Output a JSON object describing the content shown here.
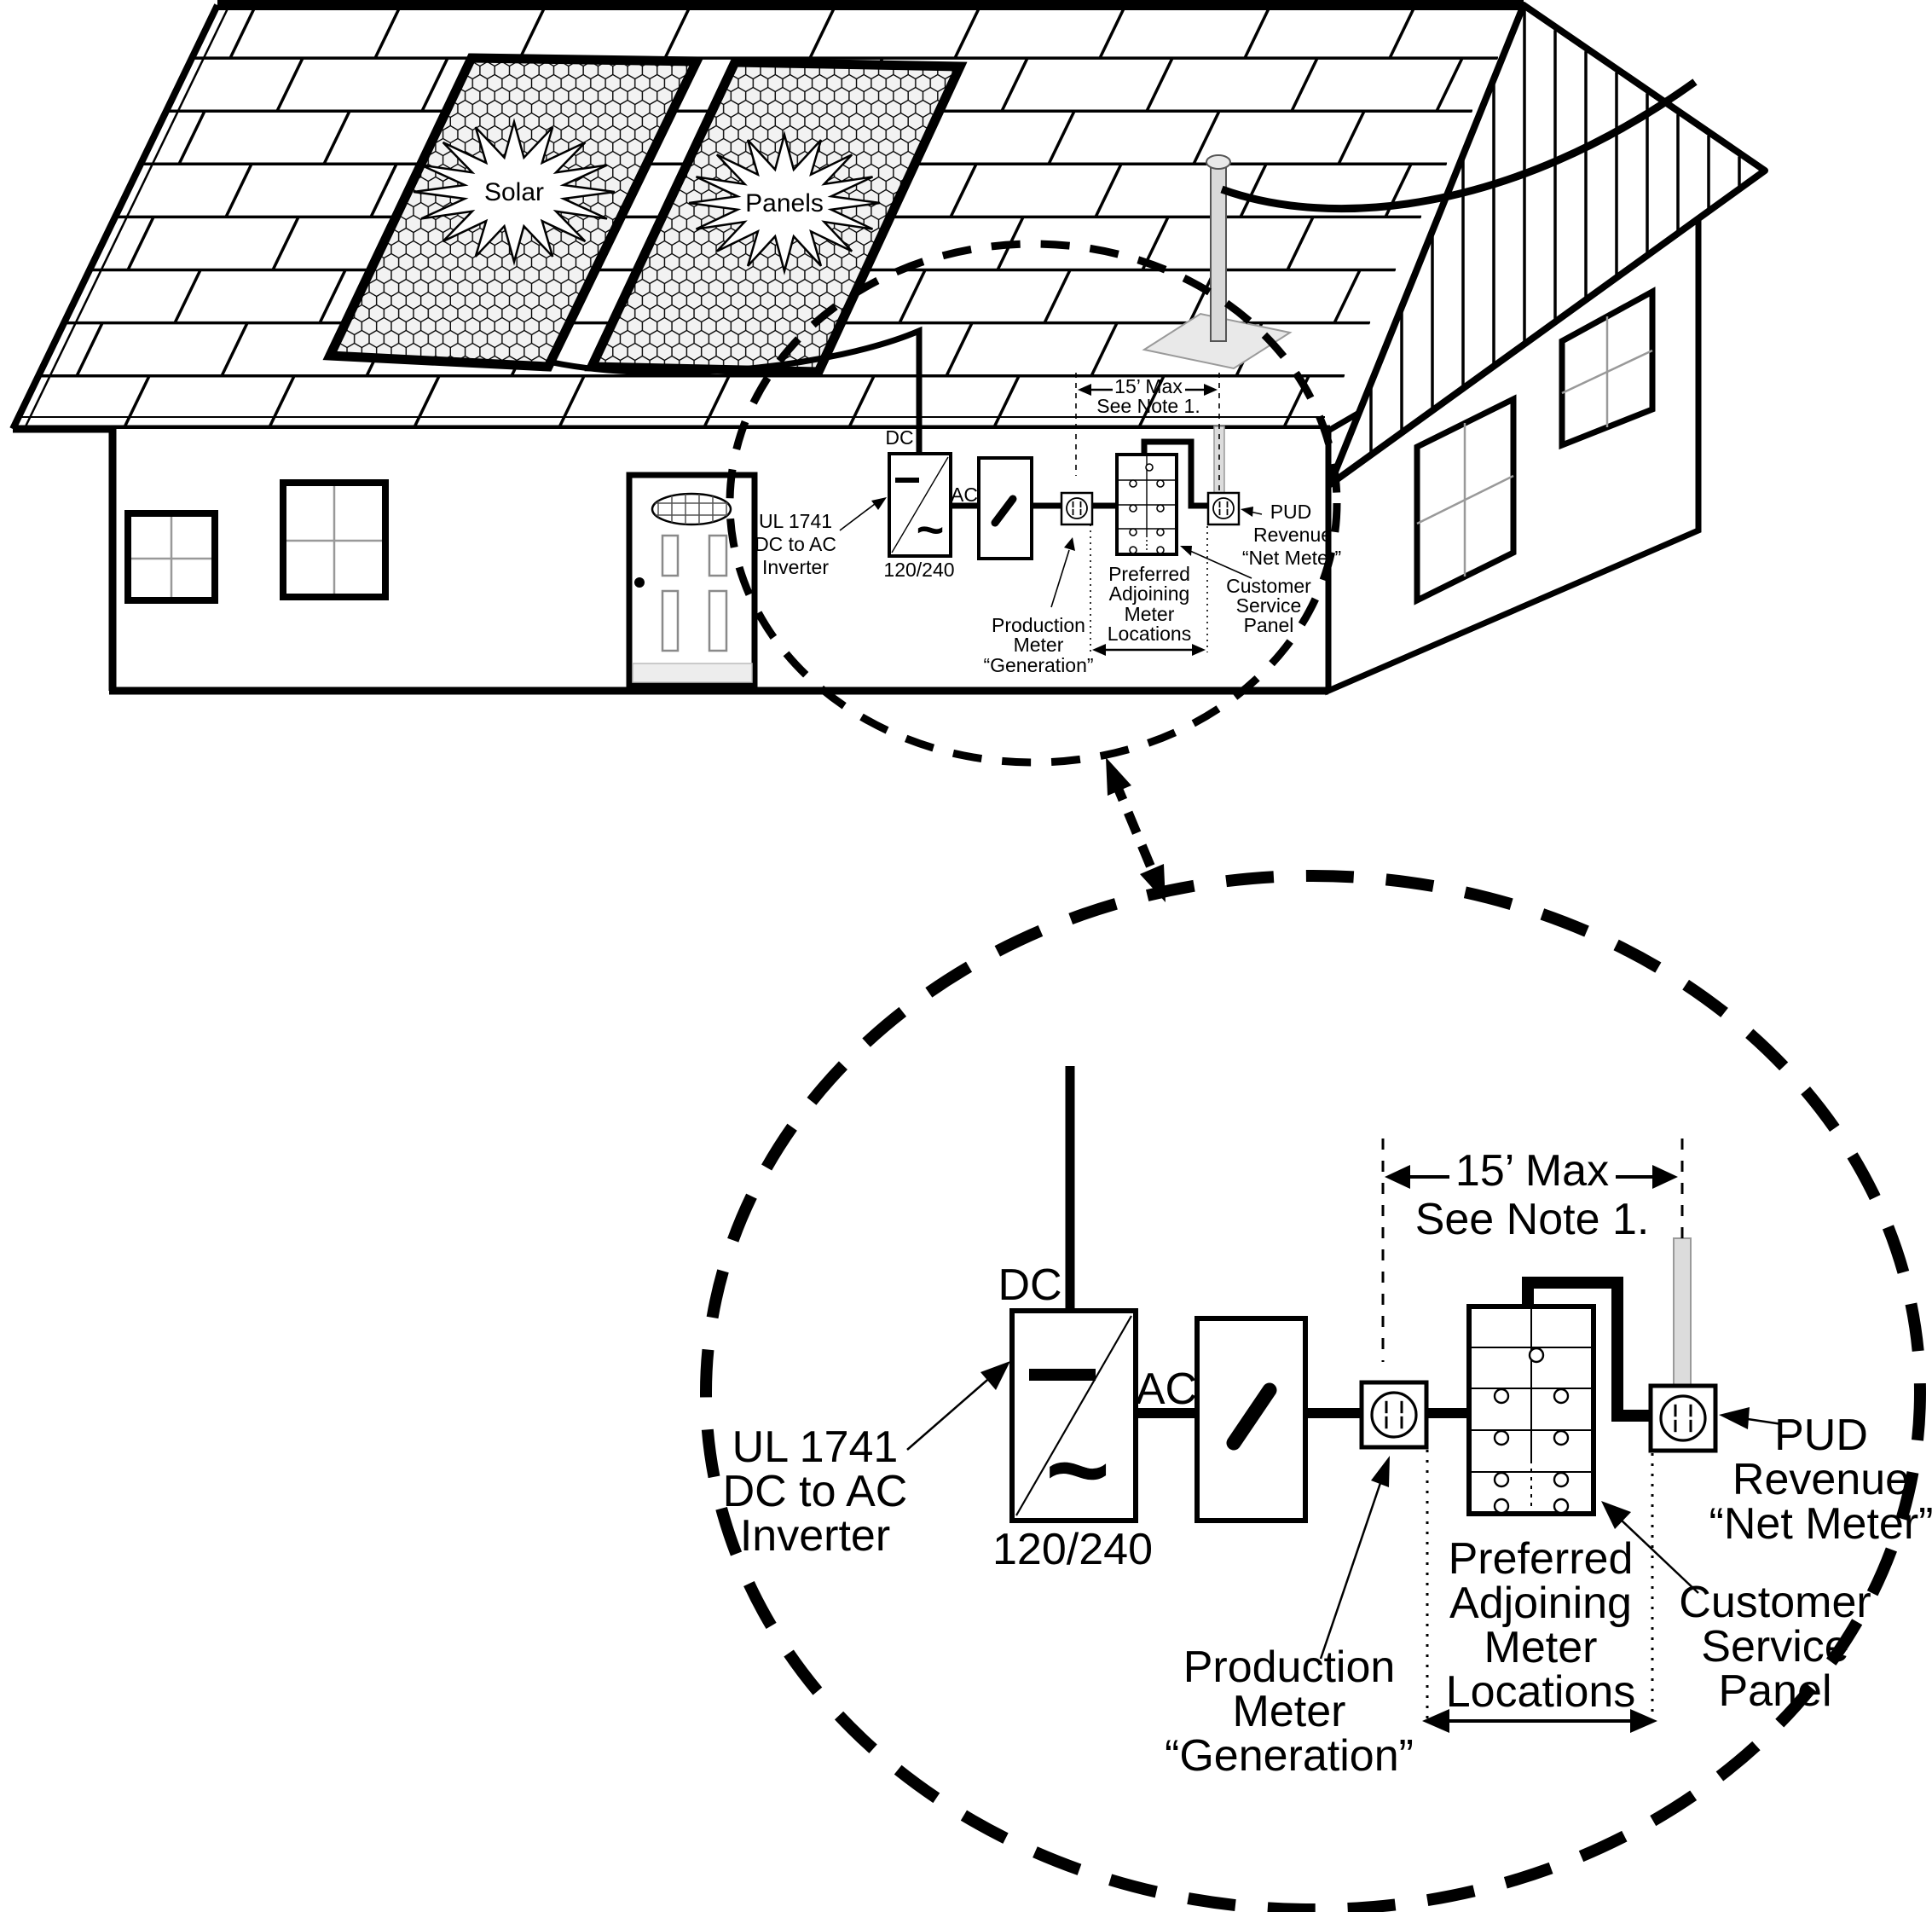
{
  "labels": {
    "solar": "Solar",
    "panels": "Panels",
    "dc": "DC",
    "ac": "AC",
    "voltage": "120/240",
    "inverter": [
      "UL 1741",
      "DC to AC",
      "Inverter"
    ],
    "dimension": [
      "15’ Max",
      "See Note 1."
    ],
    "production": [
      "Production",
      "Meter",
      "“Generation”"
    ],
    "adjoining": [
      "Preferred",
      "Adjoining",
      "Meter",
      "Locations"
    ],
    "customer": [
      "Customer",
      "Service",
      "Panel"
    ],
    "pud": [
      "PUD",
      "Revenue",
      "“Net Meter”"
    ]
  },
  "colors": {
    "line": "#000000",
    "hex_cell": "#f2f2f2",
    "metal": "#d9d9d9",
    "plate": "#e9e9e9",
    "kick": "#ededed",
    "mullion": "#999999",
    "conduit": "#dcdcdc"
  }
}
